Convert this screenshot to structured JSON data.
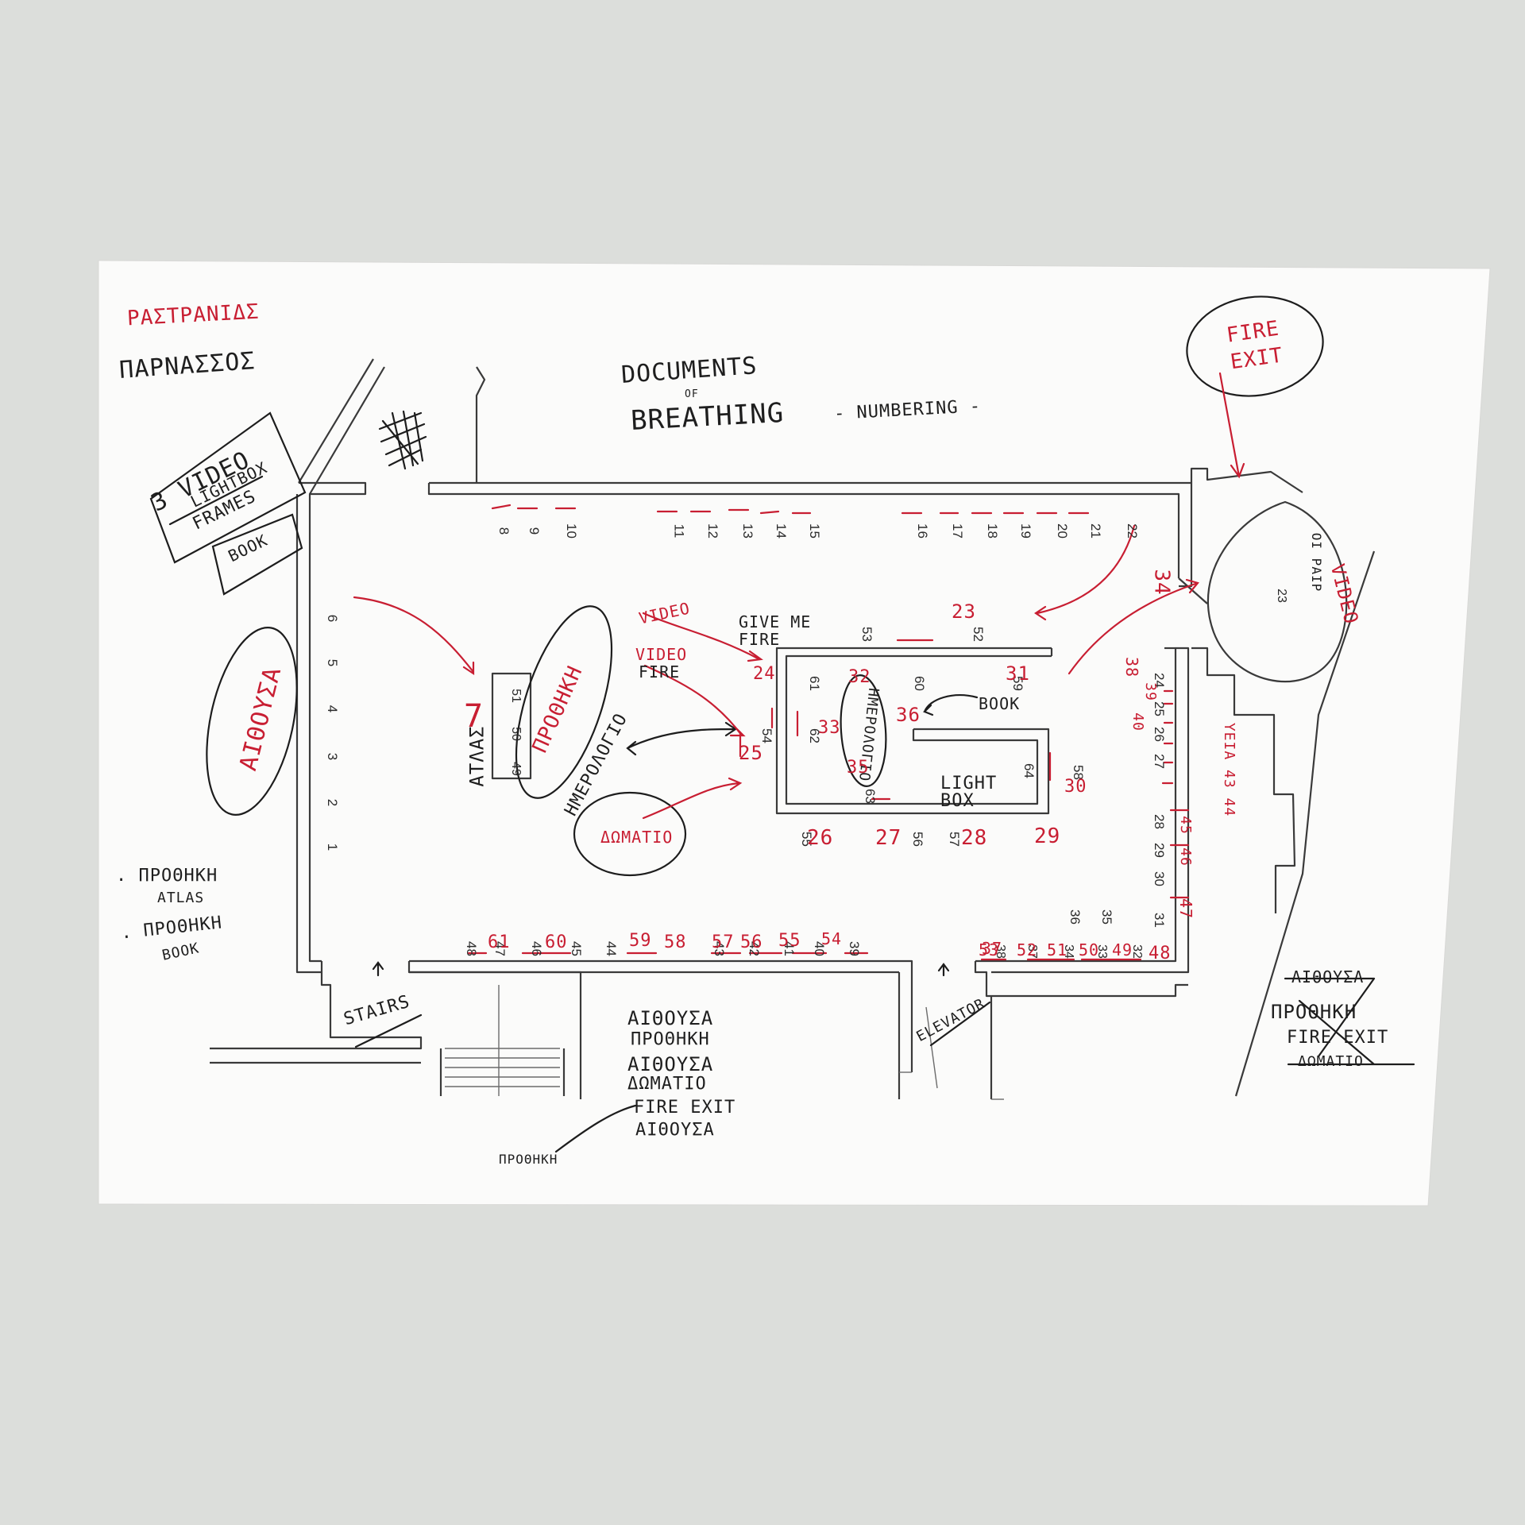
{
  "colors": {
    "background": "#dcdedb",
    "paper": "#fbfbfa",
    "ink_black": "#1e1e1e",
    "ink_red": "#c81e32",
    "plan_lines": "#3a3a3a"
  },
  "title": {
    "line1": "DOCUMENTS",
    "line2": "OF",
    "line3": "BREATHING",
    "subtitle": "- NUMBERING -"
  },
  "header_notes": {
    "red_name": "ΡΑΣΤΡΑΝΙΔΣ",
    "black_name": "ΠΑΡΝΑΣΣΟΣ"
  },
  "fire_exit_note": "FIRE EXIT",
  "video_lightbox_note": {
    "line1": "3 VIDEO",
    "line2": "LIGHTBOX",
    "line3": "FRAMES",
    "line4": "BOOK"
  },
  "room_labels": {
    "aithousa_left": "ΑΙΘΟΥΣΑ",
    "proothiki_center": "ΠΡΟΘΗΚΗ",
    "atlas": "ΑΤΛΑΣ",
    "dwmatio": "ΔΩΜΑΤΙΟ",
    "hmerologio": "ΗΜΕΡΟΛΟΓΙΟ",
    "give_me_fire": "GIVE ME FIRE",
    "video_1": "VIDEO",
    "video_fire_1": "VIDEO",
    "video_fire_2": "FIRE",
    "book": "BOOK",
    "light_box": "LIGHT BOX",
    "oi_paroi": "ΟΙ ΡΑΙΡ",
    "video_right": "VIDEO",
    "stairs": "STAIRS",
    "elevator": "ELEVATOR",
    "ybidio": "ΗΜΕΡΟΛΟΓΙΟ",
    "right_red_vertical": "ΥΕΙΑ 43 44"
  },
  "side_notes_left": {
    "line1": ". ΠΡΟΘΗΚΗ",
    "line2": "ATLAS",
    "line3": ". ΠΡΟΘΗΚΗ",
    "line4": "BOOK"
  },
  "side_notes_right": {
    "line1": "ΑΙΘΟΥΣΑ",
    "line2": "ΠΡΟΘΗΚΗ",
    "line3": "FIRE EXIT",
    "line4": "ΔΩΜΑΤΙΟ"
  },
  "bottom_list": {
    "items": [
      "ΑΙΘΟΥΣΑ",
      "ΠΡΟΘΗΚΗ",
      "ΑΙΘΟΥΣΑ",
      "ΔΩΜΑΤΙΟ",
      "FIRE EXIT",
      "ΑΙΘΟΥΣΑ"
    ],
    "pointer_label": "ΠΡΟΘΗΚΗ"
  },
  "printed_numbers": {
    "top_wall": [
      "8",
      "9",
      "10",
      "11",
      "12",
      "13",
      "14",
      "15",
      "16",
      "17",
      "18",
      "19",
      "20",
      "21",
      "22"
    ],
    "left_wall": [
      "6",
      "5",
      "4",
      "3",
      "2",
      "1"
    ],
    "bottom_wall": [
      "48",
      "47",
      "46",
      "45",
      "44",
      "43",
      "42",
      "41",
      "40",
      "39"
    ],
    "bottom_right": [
      "38",
      "37",
      "34",
      "33",
      "32"
    ],
    "right_wall": [
      "24",
      "25",
      "26",
      "27",
      "28",
      "29",
      "30",
      "31"
    ],
    "right_inner": [
      "36",
      "35"
    ],
    "center_box": [
      "51",
      "50",
      "49"
    ],
    "core": [
      "53",
      "52",
      "61",
      "60",
      "59",
      "62",
      "54",
      "63",
      "64",
      "58",
      "55",
      "56",
      "57"
    ],
    "oval_right": [
      "23"
    ]
  },
  "red_numbers": {
    "n23": "23",
    "n24": "24",
    "n25": "25",
    "n26": "26",
    "n27": "27",
    "n28": "28",
    "n29": "29",
    "n30": "30",
    "n31": "31",
    "n32": "32",
    "n33": "33",
    "n34": "34",
    "n35": "35",
    "n36": "36",
    "n37": "37",
    "n38": "38",
    "n39": "39",
    "n40": "40",
    "n45": "45",
    "n46": "46",
    "n47": "47",
    "n48": "48",
    "n49": "49",
    "n50": "50",
    "n51": "51",
    "n52": "52",
    "n53": "53",
    "n54": "54",
    "n55": "55",
    "n56": "56",
    "n57": "57",
    "n58": "58",
    "n59": "59",
    "n60": "60",
    "n61": "61",
    "n7": "7"
  }
}
